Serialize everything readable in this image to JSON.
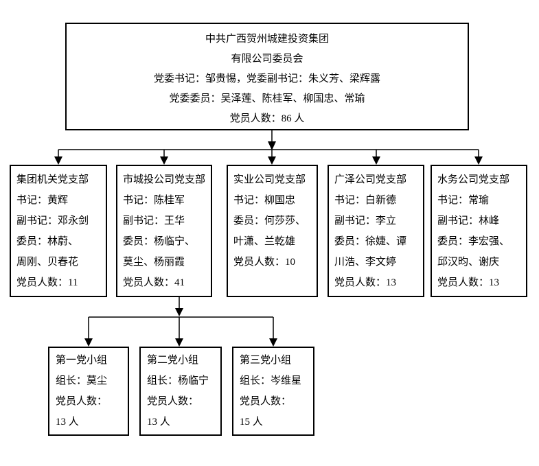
{
  "theme": {
    "background": "#ffffff",
    "box_border_color": "#000000",
    "connector_color": "#000000",
    "text_color": "#000000"
  },
  "root": {
    "lines": [
      "中共广西贺州城建投资集团",
      "有限公司委员会",
      "党委书记：邹贵惕，党委副书记：朱义芳、梁辉露",
      "党委委员：吴泽莲、陈桂军、柳国忠、常瑜",
      "党员人数：86 人"
    ]
  },
  "branches": [
    {
      "title": "集团机关党支部",
      "lines": [
        "书记：黄辉",
        "副书记：邓永剑",
        "委员：林蔚、",
        "周刚、贝春花",
        "党员人数：11"
      ]
    },
    {
      "title": "市城投公司党支部",
      "lines": [
        "书记：陈桂军",
        "副书记：王华",
        "委员：杨临宁、",
        "莫尘、杨丽霞",
        "党员人数：41"
      ]
    },
    {
      "title": "实业公司党支部",
      "lines": [
        "书记：柳国忠",
        "委员：何莎莎、",
        "叶潇、兰乾雄",
        "党员人数：10"
      ]
    },
    {
      "title": "广泽公司党支部",
      "lines": [
        "书记：白新德",
        "副书记：李立",
        "委员：徐婕、谭",
        "川浩、李文婷",
        "党员人数：13"
      ]
    },
    {
      "title": "水务公司党支部",
      "lines": [
        "书记：常瑜",
        "副书记：林峰",
        "委员：李宏强、",
        "邱汉昀、谢庆",
        "党员人数：13"
      ]
    }
  ],
  "groups": [
    {
      "lines": [
        "第一党小组",
        "组长：莫尘",
        "党员人数：",
        "13 人"
      ]
    },
    {
      "lines": [
        "第二党小组",
        "组长：杨临宁",
        "党员人数：",
        "13 人"
      ]
    },
    {
      "lines": [
        "第三党小组",
        "组长：岑维星",
        "党员人数：",
        "15 人"
      ]
    }
  ]
}
